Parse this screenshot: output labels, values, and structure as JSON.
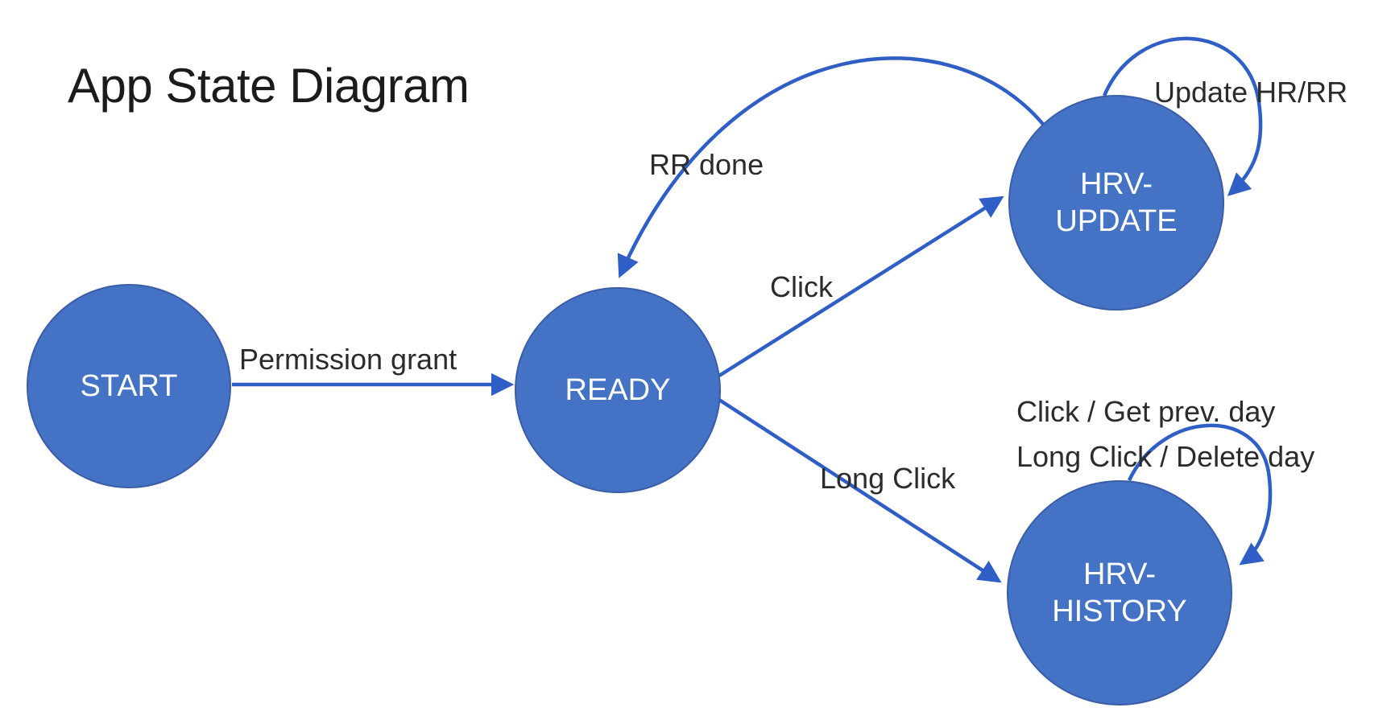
{
  "title": "App State Diagram",
  "colors": {
    "background": "#ffffff",
    "node_fill": "#4472c4",
    "node_border": "#3a5da8",
    "edge": "#2f5fc6",
    "node_text": "#ffffff",
    "label_text": "#2b2b2b",
    "title_text": "#1b1b1b"
  },
  "states": [
    {
      "id": "start",
      "lines": [
        "START"
      ]
    },
    {
      "id": "ready",
      "lines": [
        "READY"
      ]
    },
    {
      "id": "hrv_update",
      "lines": [
        "HRV-",
        "UPDATE"
      ]
    },
    {
      "id": "hrv_history",
      "lines": [
        "HRV-",
        "HISTORY"
      ]
    }
  ],
  "transitions": [
    {
      "from": "START",
      "to": "READY",
      "label": "Permission grant"
    },
    {
      "from": "READY",
      "to": "HRV-UPDATE",
      "label": "Click"
    },
    {
      "from": "HRV-UPDATE",
      "to": "READY",
      "label": "RR done"
    },
    {
      "from": "HRV-UPDATE",
      "to": "HRV-UPDATE",
      "label": "Update HR/RR"
    },
    {
      "from": "READY",
      "to": "HRV-HISTORY",
      "label": "Long Click"
    },
    {
      "from": "HRV-HISTORY",
      "to": "HRV-HISTORY",
      "label": "Click / Get prev. day",
      "label2": "Long Click / Delete day"
    }
  ]
}
